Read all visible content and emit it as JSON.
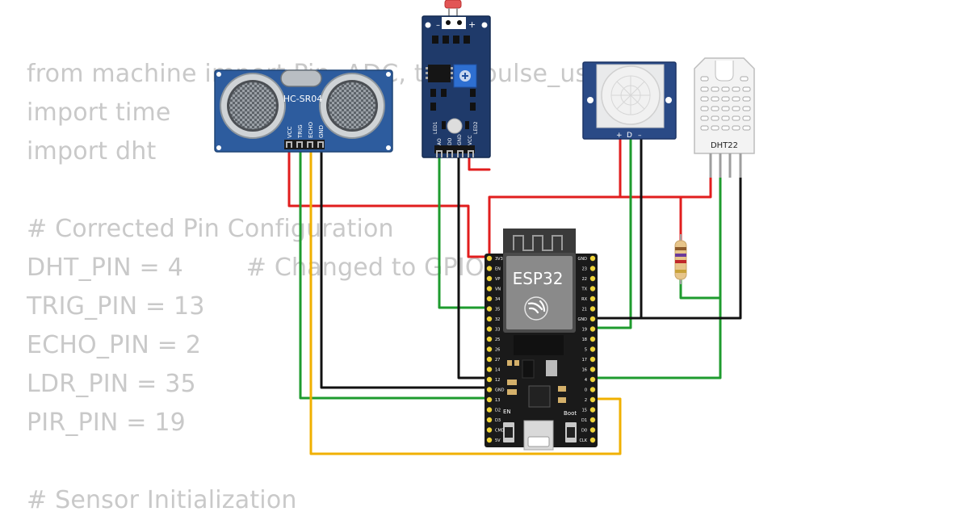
{
  "code_lines": [
    "from machine import Pin, ADC, time_pulse_us",
    "import time",
    "import dht",
    "",
    "# Corrected Pin Configuration",
    "DHT_PIN = 4        # Changed to GPIO4",
    "TRIG_PIN = 13",
    "ECHO_PIN = 2",
    "LDR_PIN = 35",
    "PIR_PIN = 19",
    "",
    "# Sensor Initialization"
  ],
  "ultrasonic": {
    "label": "HC-SR04",
    "pins": [
      "VCC",
      "TRIG",
      "ECHO",
      "GND"
    ]
  },
  "ldr_module": {
    "pins": [
      "AO",
      "DO",
      "GND",
      "VCC"
    ],
    "led_labels": [
      "LED1",
      "LED2"
    ],
    "pot_marks": [
      "–",
      "+"
    ]
  },
  "pir": {
    "pins": [
      "+",
      "D",
      "–"
    ]
  },
  "dht": {
    "label": "DHT22"
  },
  "esp32": {
    "label": "ESP32",
    "button_labels": [
      "EN",
      "Boot"
    ],
    "left_pins": [
      "3V3",
      "EN",
      "VP",
      "VN",
      "34",
      "35",
      "32",
      "33",
      "25",
      "26",
      "27",
      "14",
      "12",
      "GND",
      "13",
      "D2",
      "D3",
      "CMD",
      "5V"
    ],
    "right_pins": [
      "GND",
      "23",
      "22",
      "TX",
      "RX",
      "21",
      "GND",
      "19",
      "18",
      "5",
      "17",
      "16",
      "4",
      "0",
      "2",
      "15",
      "D1",
      "D0",
      "CLK"
    ]
  },
  "colors": {
    "wire_red": "#e11d1d",
    "wire_green": "#1e9b2e",
    "wire_black": "#111111",
    "wire_yellow": "#f0b000",
    "module_blue": "#2d5c9e",
    "board_black": "#1a1a1a",
    "pin_gold": "#f0d43a"
  }
}
